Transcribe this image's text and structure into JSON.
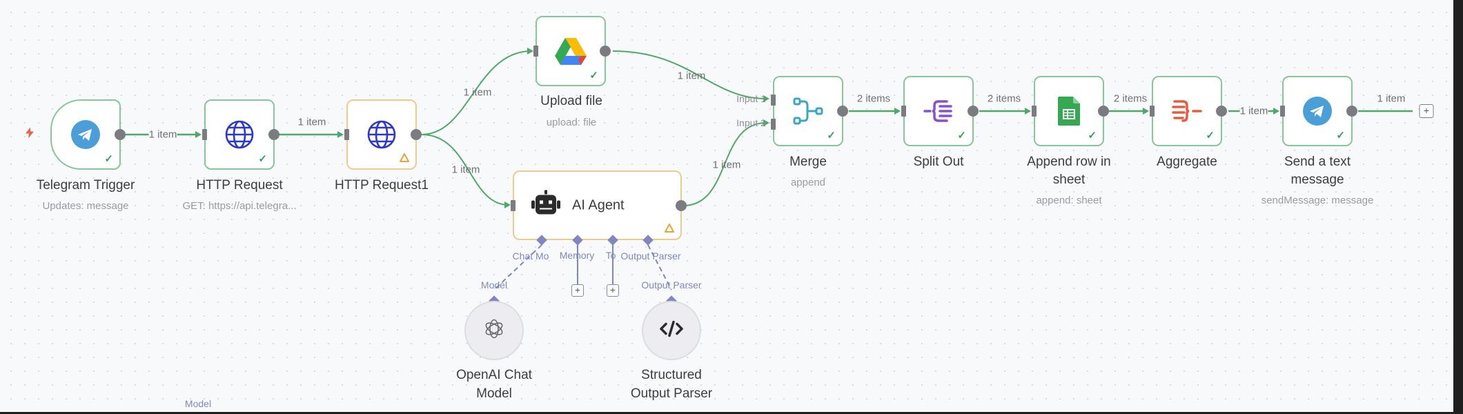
{
  "canvas": {
    "colors": {
      "success_border": "#86c79a",
      "warning_border": "#f0c98d",
      "edge": "#4fa86a",
      "sub_connection": "#7f86c0"
    }
  },
  "nodes": {
    "telegram_trigger": {
      "name": "Telegram Trigger",
      "subtitle": "Updates: message",
      "icon": "telegram-icon",
      "status": "success",
      "trigger_icon": "lightning-icon"
    },
    "http_request": {
      "name": "HTTP Request",
      "subtitle": "GET: https://api.telegra...",
      "icon": "globe-icon",
      "status": "success"
    },
    "http_request1": {
      "name": "HTTP Request1",
      "subtitle": "",
      "icon": "globe-icon",
      "status": "warning"
    },
    "upload_file": {
      "name": "Upload file",
      "subtitle": "upload: file",
      "icon": "google-drive-icon",
      "status": "success"
    },
    "ai_agent": {
      "name": "AI Agent",
      "icon": "robot-icon",
      "status": "warning",
      "sub_ports": [
        "Chat Mo",
        "Memory",
        "To",
        "Output Parser"
      ]
    },
    "merge": {
      "name": "Merge",
      "subtitle": "append",
      "icon": "merge-icon",
      "status": "success",
      "inputs": [
        "Input 1",
        "Input 2"
      ]
    },
    "split_out": {
      "name": "Split Out",
      "subtitle": "",
      "icon": "split-out-icon",
      "status": "success"
    },
    "append_row": {
      "name_line1": "Append row in",
      "name_line2": "sheet",
      "subtitle": "append: sheet",
      "icon": "google-sheets-icon",
      "status": "success"
    },
    "aggregate": {
      "name": "Aggregate",
      "subtitle": "",
      "icon": "aggregate-icon",
      "status": "success"
    },
    "send_message": {
      "name_line1": "Send a text",
      "name_line2": "message",
      "subtitle": "sendMessage: message",
      "icon": "telegram-icon",
      "status": "success"
    },
    "openai_chat_model": {
      "name_line1": "OpenAI Chat",
      "name_line2": "Model",
      "port_label": "Model",
      "icon": "openai-icon"
    },
    "structured_output_parser": {
      "name_line1": "Structured",
      "name_line2": "Output Parser",
      "port_label": "Output Parser",
      "icon": "code-icon"
    }
  },
  "edges": {
    "trigger_to_http": "1 item",
    "http_to_http1": "1 item",
    "http1_to_upload": "1 item",
    "http1_to_agent": "1 item",
    "upload_to_merge": "1 item",
    "agent_to_merge": "1 item",
    "merge_to_split": "2 items",
    "split_to_append": "2 items",
    "append_to_aggregate": "2 items",
    "aggregate_to_send": "1 item",
    "send_to_end": "1 item"
  },
  "stray_label": "Model",
  "add_symbol": "+"
}
